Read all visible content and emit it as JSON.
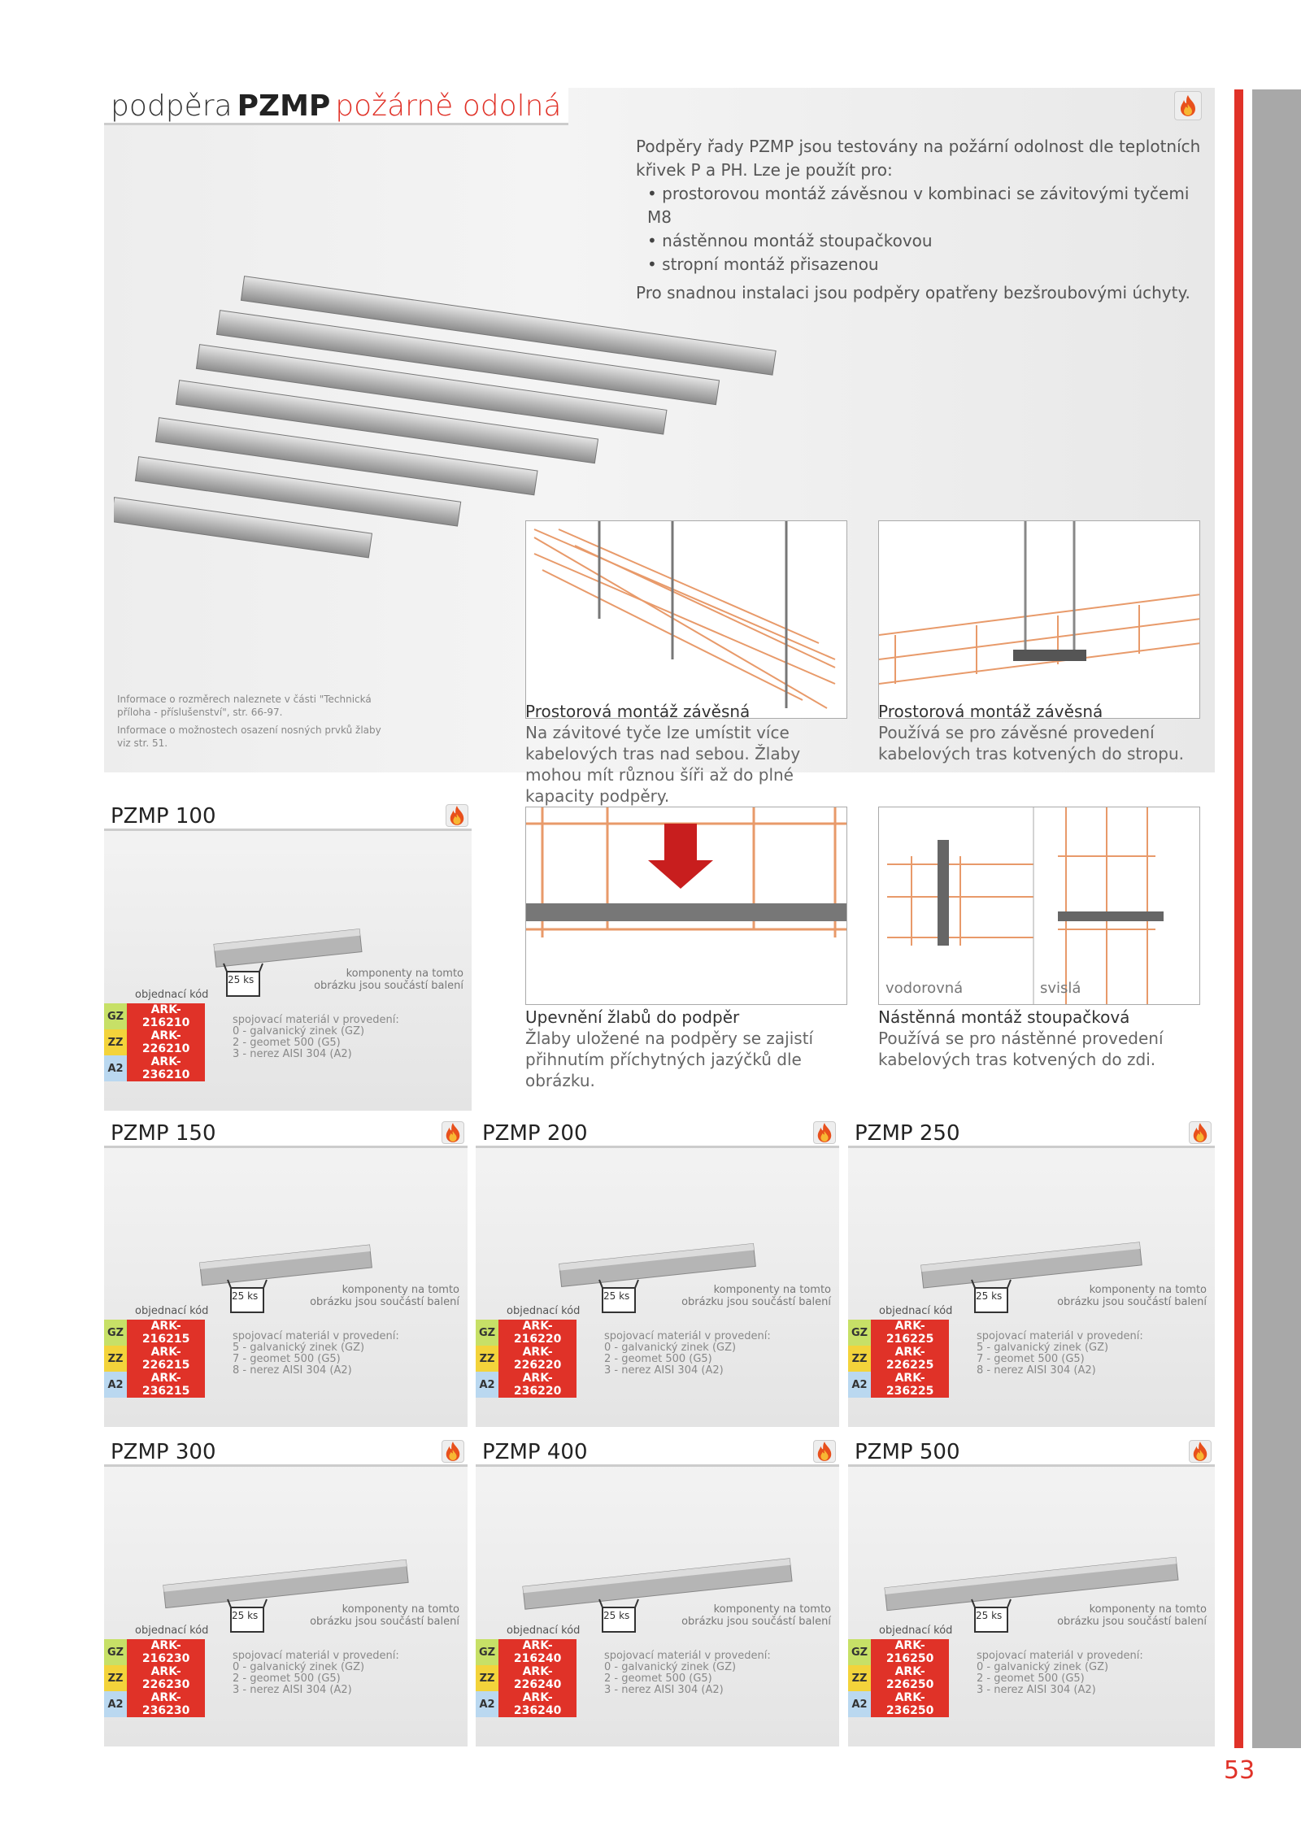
{
  "page": {
    "number": "53"
  },
  "title": {
    "part1": "podpěra",
    "part2": "PZMP",
    "part3": "požárně odolná"
  },
  "intro": {
    "lead": "Podpěry řady PZMP jsou testovány na požární odolnost dle teplotních křivek P a PH. Lze je použít pro:",
    "bullets": [
      "prostorovou montáž závěsnou v kombinaci se závitovými tyčemi M8",
      "nástěnnou montáž stoupačkovou",
      "stropní montáž přisazenou"
    ],
    "outro": "Pro snadnou instalaci jsou podpěry opatřeny bezšroubovými úchyty."
  },
  "notes": {
    "n1": "Informace o rozměrech naleznete v části \"Technická příloha - příslušenství\", str. 66-97.",
    "n2": "Informace o možnostech osazení nosných prvků žlaby viz str. 51."
  },
  "photos": [
    {
      "title": "Prostorová montáž závěsná",
      "text": "Na závitové tyče lze umístit více kabelových tras nad sebou. Žlaby mohou mít různou šíři až do plné kapacity podpěry."
    },
    {
      "title": "Prostorová montáž závěsná",
      "text": "Používá se pro závěsné provedení kabelových tras kotvených do stropu."
    },
    {
      "title": "Upevnění žlabů do podpěr",
      "text": "Žlaby uložené na podpěry se zajistí přihnutím příchytných jazýčků dle obrázku."
    },
    {
      "title": "Nástěnná montáž stoupačková",
      "text": "Používá se pro nástěnné provedení kabelových tras kotvených do zdi.",
      "label_left": "vodorovná",
      "label_right": "svislá"
    }
  ],
  "common": {
    "order_label": "objednací kód",
    "pack": "25 ks",
    "components": "komponenty na tomto obrázku jsou součástí balení",
    "mat_title": "spojovací materiál v provedení:",
    "keys": [
      "GZ",
      "ZZ",
      "A2"
    ]
  },
  "products": [
    {
      "name": "PZMP 100",
      "codes": [
        "ARK-216210",
        "ARK-226210",
        "ARK-236210"
      ],
      "mat": [
        "0 - galvanický zinek (GZ)",
        "2 - geomet 500 (G5)",
        "3 - nerez AISI 304 (A2)"
      ]
    },
    {
      "name": "PZMP 150",
      "codes": [
        "ARK-216215",
        "ARK-226215",
        "ARK-236215"
      ],
      "mat": [
        "5 - galvanický zinek (GZ)",
        "7 - geomet 500 (G5)",
        "8 - nerez AISI 304 (A2)"
      ]
    },
    {
      "name": "PZMP 200",
      "codes": [
        "ARK-216220",
        "ARK-226220",
        "ARK-236220"
      ],
      "mat": [
        "0 - galvanický zinek (GZ)",
        "2 - geomet 500 (G5)",
        "3 - nerez AISI 304 (A2)"
      ]
    },
    {
      "name": "PZMP 250",
      "codes": [
        "ARK-216225",
        "ARK-226225",
        "ARK-236225"
      ],
      "mat": [
        "5 - galvanický zinek (GZ)",
        "7 - geomet 500 (G5)",
        "8 - nerez AISI 304 (A2)"
      ]
    },
    {
      "name": "PZMP 300",
      "codes": [
        "ARK-216230",
        "ARK-226230",
        "ARK-236230"
      ],
      "mat": [
        "0 - galvanický zinek (GZ)",
        "2 - geomet 500 (G5)",
        "3 - nerez AISI 304 (A2)"
      ]
    },
    {
      "name": "PZMP 400",
      "codes": [
        "ARK-216240",
        "ARK-226240",
        "ARK-236240"
      ],
      "mat": [
        "0 - galvanický zinek (GZ)",
        "2 - geomet 500 (G5)",
        "3 - nerez AISI 304 (A2)"
      ]
    },
    {
      "name": "PZMP 500",
      "codes": [
        "ARK-216250",
        "ARK-226250",
        "ARK-236250"
      ],
      "mat": [
        "0 - galvanický zinek (GZ)",
        "2 - geomet 500 (G5)",
        "3 - nerez AISI 304 (A2)"
      ]
    }
  ]
}
